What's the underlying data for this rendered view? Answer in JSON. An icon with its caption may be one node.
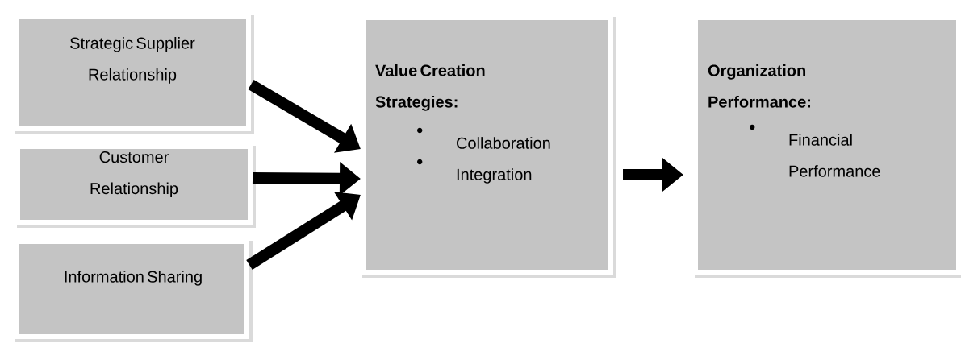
{
  "diagram": {
    "nodes": [
      {
        "text": [
          "Strategic Supplier Relationship"
        ]
      },
      {
        "text": [
          "Customer Relationship"
        ]
      },
      {
        "text": [
          "Information Sharing"
        ]
      },
      {
        "text": [
          "Value Creation Strategies:",
          "Collaboration",
          "Integration"
        ]
      },
      {
        "text": [
          "Organization Performance:",
          "Financial Performance"
        ]
      }
    ],
    "edges": [
      {
        "from": 0,
        "to": 3,
        "arrow": "to"
      },
      {
        "from": 1,
        "to": 3,
        "arrow": "to"
      },
      {
        "from": 2,
        "to": 3,
        "arrow": "to"
      },
      {
        "from": 3,
        "to": 4,
        "arrow": "to"
      }
    ]
  }
}
